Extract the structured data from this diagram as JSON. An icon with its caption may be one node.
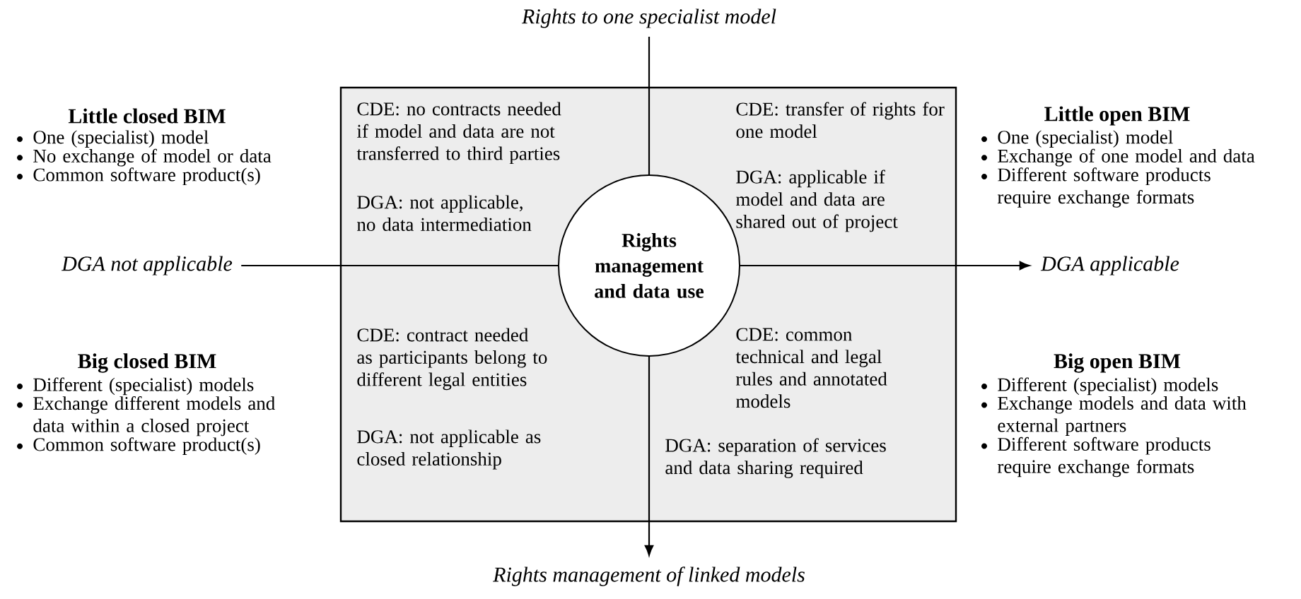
{
  "diagram": {
    "nodes": [
      {
        "text": [
          "CDE: no contracts needed if model and data are not transferred to third parties",
          "DGA: not applicable, no data intermediation",
          "CDE: transfer of rights for one model",
          "DGA: applicable if model and data are shared out of project",
          "CDE: contract needed as participants belong to different legal entities",
          "DGA: not applicable as closed relationship",
          "CDE: common technical and legal rules and annotated models",
          "DGA: separation of services and data sharing required"
        ]
      },
      {
        "text": [
          "Rights management and data use"
        ],
        "in": 0
      },
      {
        "text": [
          "Rights to one specialist model"
        ]
      },
      {
        "text": [
          "DGA not applicable"
        ]
      },
      {
        "text": [
          "DGA applicable"
        ]
      },
      {
        "text": [
          "Rights management of linked models"
        ]
      }
    ],
    "edges": [
      {
        "from": 2,
        "to": 1,
        "arrow": "none"
      },
      {
        "from": 1,
        "to": 5,
        "arrow": "to"
      },
      {
        "from": 3,
        "to": 1,
        "arrow": "none"
      },
      {
        "from": 1,
        "to": 4,
        "arrow": "to"
      }
    ],
    "labels": [
      "Little closed BIM",
      "One (specialist) model",
      "No exchange of model or data",
      "Common software product(s)",
      "Little open BIM",
      "One (specialist) model",
      "Exchange of one model and data",
      "Different software products require exchange formats",
      "Big closed BIM",
      "Different (specialist) models",
      "Exchange different models and data within a closed project",
      "Common software product(s)",
      "Big open BIM",
      "Different (specialist) models",
      "Exchange models and data with external partners",
      "Different software products require exchange formats"
    ]
  }
}
